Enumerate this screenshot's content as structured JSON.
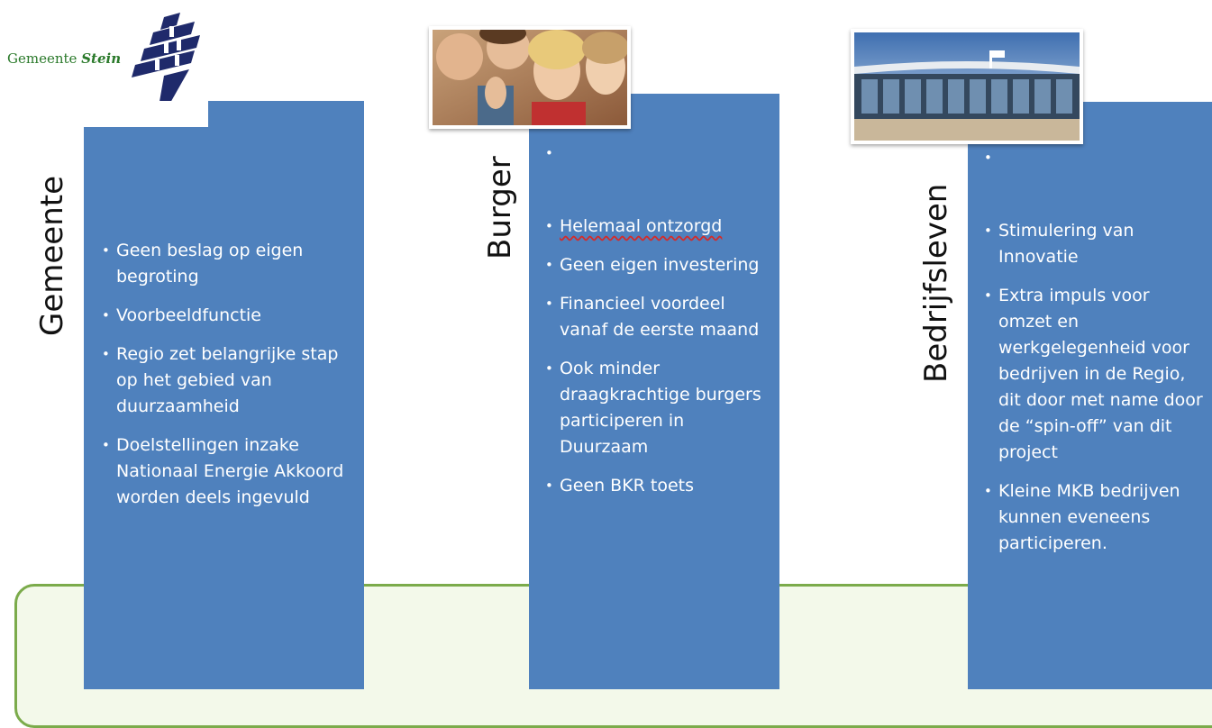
{
  "logo": {
    "prefix": "Gemeente",
    "name": "Stein"
  },
  "columns": [
    {
      "title": "Gemeente",
      "bullets": [
        "Geen beslag op eigen begroting",
        "Voorbeeldfunctie",
        "Regio zet belangrijke stap op het gebied van duurzaamheid",
        "Doelstellingen inzake Nationaal Energie Akkoord worden deels ingevuld"
      ]
    },
    {
      "title": "Burger",
      "bullets": [
        "",
        "Helemaal ontzorgd",
        "Geen eigen investering",
        "Financieel voordeel vanaf de eerste maand",
        "Ook minder draagkrachtige burgers participeren in Duurzaam",
        "Geen BKR toets"
      ]
    },
    {
      "title": "Bedrijfsleven",
      "bullets": [
        "",
        "Stimulering van Innovatie",
        "Extra impuls voor omzet en werkgelegenheid voor bedrijven in de Regio, dit door met name door de “spin-off” van dit project",
        "Kleine MKB bedrijven kunnen eveneens participeren."
      ]
    }
  ],
  "colors": {
    "panel": "#4f81bd",
    "frame_green": "#7bab4b",
    "logo_green": "#2b7a2b",
    "logo_blue": "#1f2a6b"
  },
  "icons": [
    "gemeente-stein-logo-icon",
    "people-photo-icon",
    "building-photo-icon"
  ]
}
